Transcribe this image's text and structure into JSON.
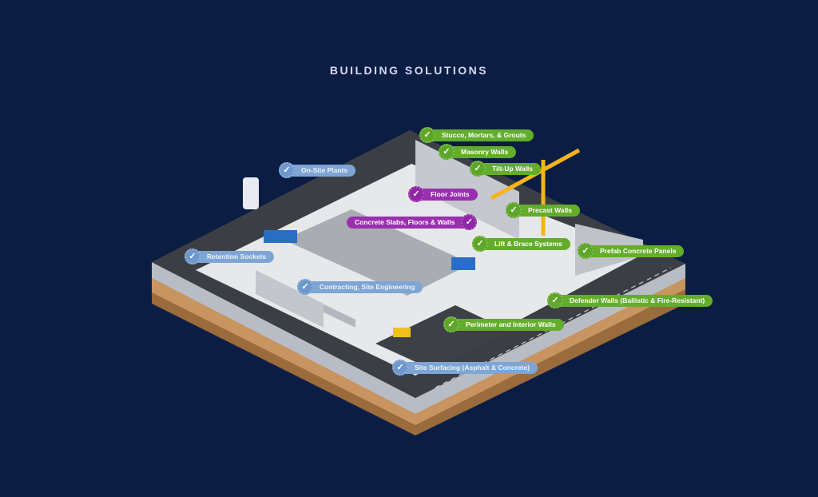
{
  "title": "BUILDING SOLUTIONS",
  "colors": {
    "background": "#0c1d44",
    "green": "#63ad2b",
    "purple": "#9a2fb0",
    "blue": "#7ea5d4"
  },
  "labels": [
    {
      "text": "Stucco, Mortars, & Grouts",
      "color": "green"
    },
    {
      "text": "Masonry Walls",
      "color": "green"
    },
    {
      "text": "Tilt-Up Walls",
      "color": "green"
    },
    {
      "text": "Floor Joints",
      "color": "purple"
    },
    {
      "text": "Concrete Slabs, Floors & Walls",
      "color": "purple"
    },
    {
      "text": "Precast Walls",
      "color": "green"
    },
    {
      "text": "Lift & Brace Systems",
      "color": "green"
    },
    {
      "text": "Prefab Concrete Panels",
      "color": "green"
    },
    {
      "text": "On-Site Plants",
      "color": "blue"
    },
    {
      "text": "Retention Sockets",
      "color": "blue"
    },
    {
      "text": "Contracting, Site Engineering",
      "color": "blue"
    },
    {
      "text": "Defender Walls (Ballistic & Fire-Resistant)",
      "color": "green"
    },
    {
      "text": "Perimeter and Interior Walls",
      "color": "green"
    },
    {
      "text": "Site Surfacing (Asphalt & Concrete)",
      "color": "blue"
    }
  ],
  "icon": "check-badge-icon"
}
